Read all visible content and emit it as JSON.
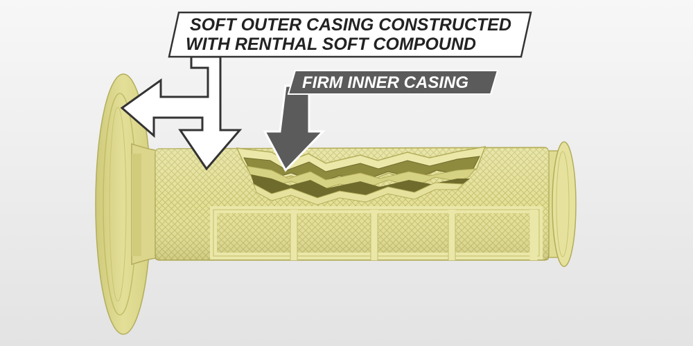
{
  "callouts": {
    "outer": {
      "line1": "SOFT OUTER CASING CONSTRUCTED",
      "line2": "WITH RENTHAL SOFT COMPOUND"
    },
    "inner": {
      "text": "FIRM INNER CASING"
    }
  },
  "colors": {
    "grip_base": "#e4e098",
    "grip_light": "#ece9ad",
    "grip_dark": "#c9c470",
    "grip_shadow": "#b2ad5a",
    "inner_core": "#8e8a3e",
    "inner_deep": "#6f6b2c",
    "callout_dark": "#5b5b5b",
    "outline": "#333333"
  },
  "icons": {
    "outer_arrow": "hollow-arrow-icon",
    "inner_arrow": "solid-arrow-icon"
  }
}
